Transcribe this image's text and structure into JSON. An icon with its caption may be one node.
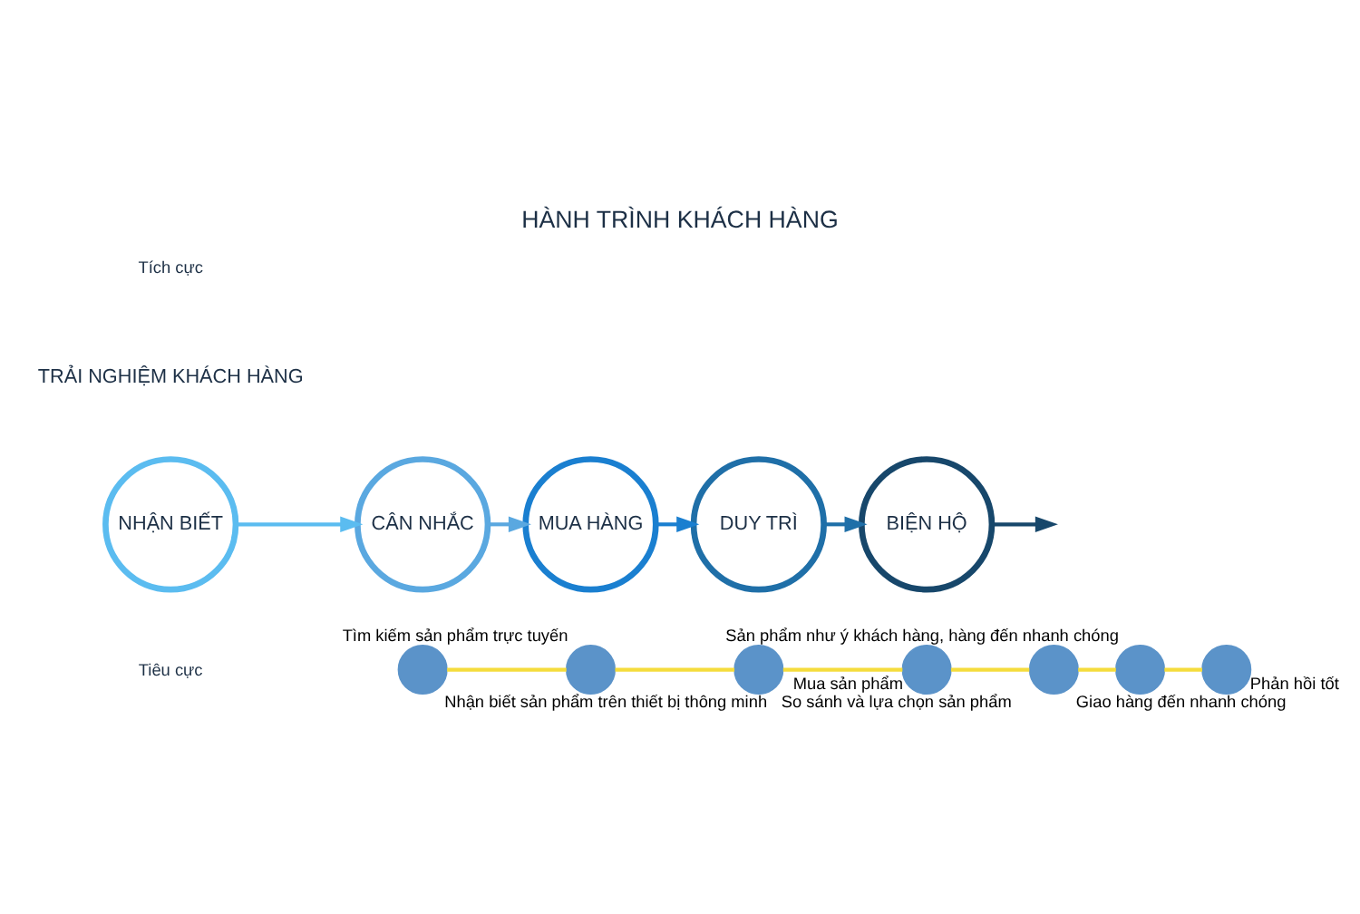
{
  "diagram": {
    "title": "HÀNH TRÌNH KHÁCH HÀNG",
    "nodes": [
      {
        "text": [
          "NHẬN BIẾT"
        ]
      },
      {
        "text": [
          "CÂN NHẮC"
        ]
      },
      {
        "text": [
          "MUA HÀNG"
        ]
      },
      {
        "text": [
          "DUY TRÌ"
        ]
      },
      {
        "text": [
          "BIỆN HỘ"
        ]
      },
      {
        "text": [],
        "shape": "circle",
        "beside": [
          "Nhận biết sản phẩm trên thiết bị thông minh"
        ]
      },
      {
        "text": [],
        "shape": "circle",
        "beside": [
          "Tìm kiếm sản phẩm trực tuyến"
        ]
      },
      {
        "text": [],
        "shape": "circle",
        "beside": [
          "So sánh và lựa chọn sản phẩm"
        ]
      },
      {
        "text": [],
        "shape": "circle",
        "beside": [
          "Mua sản phẩm"
        ]
      },
      {
        "text": [],
        "shape": "circle",
        "beside": [
          "Giao hàng đến nhanh chóng"
        ]
      },
      {
        "text": [],
        "shape": "circle",
        "beside": [
          "Sản phẩm như ý khách hàng, hàng đến nhanh chóng"
        ]
      },
      {
        "text": [],
        "shape": "circle",
        "beside": [
          "Phản hồi tốt"
        ]
      }
    ],
    "edges": [
      {
        "from": 0,
        "to": 1,
        "arrow": "to",
        "color": "#5bbcf0"
      },
      {
        "from": 1,
        "to": 2,
        "arrow": "to",
        "color": "#5aa8e0"
      },
      {
        "from": 2,
        "to": 3,
        "arrow": "to",
        "color": "#1a7fd0"
      },
      {
        "from": 3,
        "to": 4,
        "arrow": "to",
        "color": "#1f6fa8"
      },
      {
        "from": 4,
        "to": null,
        "arrow": "to",
        "color": "#17476b"
      },
      {
        "from": 5,
        "to": 6,
        "arrow": "none",
        "color": "#f5dc3c"
      },
      {
        "from": 6,
        "to": 7,
        "arrow": "none",
        "color": "#f5dc3c"
      },
      {
        "from": 7,
        "to": 8,
        "arrow": "none",
        "color": "#f5dc3c"
      },
      {
        "from": 8,
        "to": 9,
        "arrow": "none",
        "color": "#f5dc3c"
      },
      {
        "from": 9,
        "to": 10,
        "arrow": "none",
        "color": "#f5dc3c"
      },
      {
        "from": 10,
        "to": 11,
        "arrow": "none",
        "color": "#f5dc3c"
      }
    ],
    "labels": [
      "TRẢI NGHIỆM KHÁCH HÀNG",
      "Tích cực",
      "Tiêu cực"
    ]
  }
}
